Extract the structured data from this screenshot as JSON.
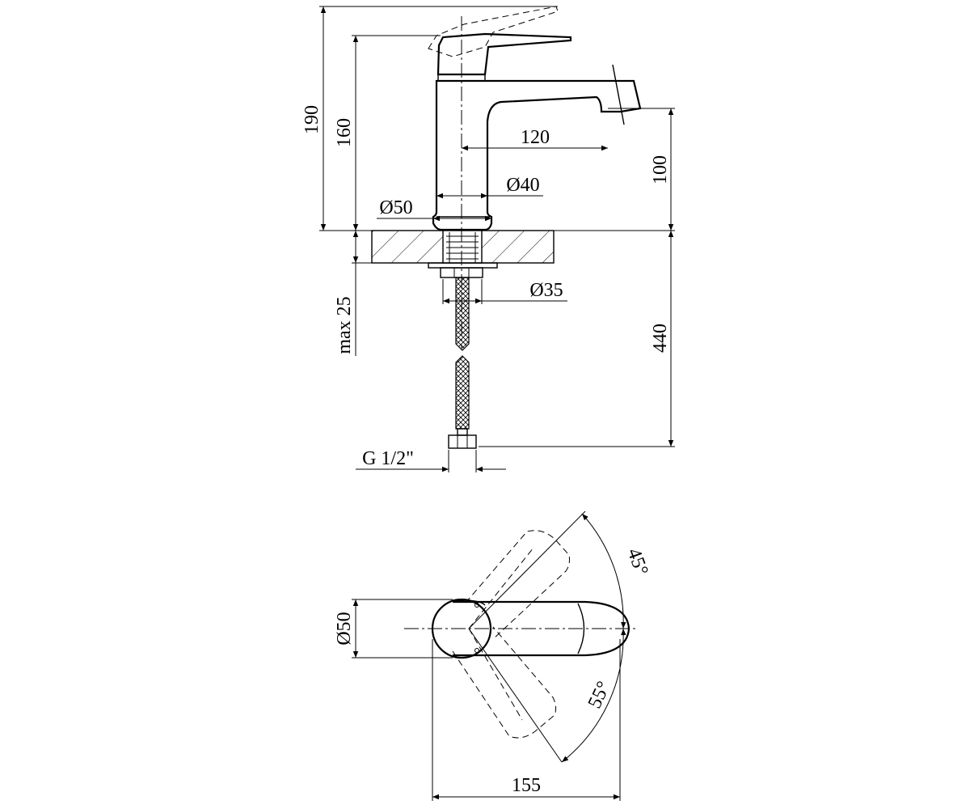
{
  "dimensions": {
    "height_total": "190",
    "height_lever": "160",
    "spout_reach": "120",
    "spout_height": "100",
    "body_diameter": "Ø40",
    "base_diameter": "Ø50",
    "shank_diameter": "Ø35",
    "max_thickness": "max 25",
    "hose_length": "440",
    "thread": "G 1/2\"",
    "top_view_diameter": "Ø50",
    "angle_left": "45°",
    "angle_right": "55°",
    "top_view_length": "155"
  }
}
